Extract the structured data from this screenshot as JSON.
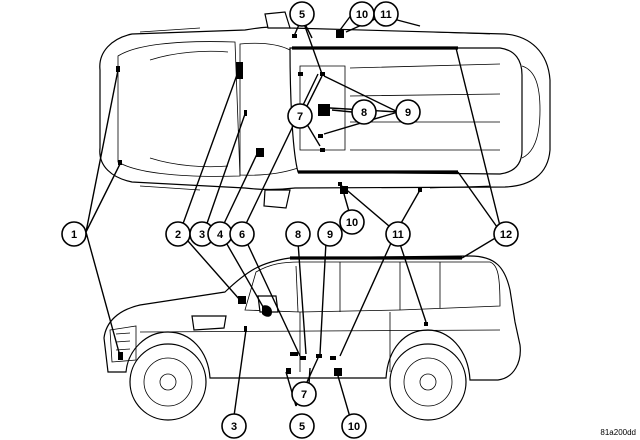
{
  "figure_id": "81a200dd",
  "callout_labels": [
    "1",
    "2",
    "3",
    "4",
    "5",
    "6",
    "7",
    "8",
    "9",
    "10",
    "11",
    "12"
  ],
  "callouts": [
    {
      "key": "c1",
      "label": "1"
    },
    {
      "key": "c2",
      "label": "2"
    },
    {
      "key": "c3t",
      "label": "3"
    },
    {
      "key": "c4",
      "label": "4"
    },
    {
      "key": "c6",
      "label": "6"
    },
    {
      "key": "c8s",
      "label": "8"
    },
    {
      "key": "c9s",
      "label": "9"
    },
    {
      "key": "c11s",
      "label": "11"
    },
    {
      "key": "c12",
      "label": "12"
    },
    {
      "key": "c10s",
      "label": "10"
    },
    {
      "key": "c5t",
      "label": "5"
    },
    {
      "key": "c10t",
      "label": "10"
    },
    {
      "key": "c11t",
      "label": "11"
    },
    {
      "key": "c8t",
      "label": "8"
    },
    {
      "key": "c7t",
      "label": "7"
    },
    {
      "key": "c9t",
      "label": "9"
    },
    {
      "key": "c3b",
      "label": "3"
    },
    {
      "key": "c5b",
      "label": "5"
    },
    {
      "key": "c10b",
      "label": "10"
    },
    {
      "key": "c7b",
      "label": "7"
    }
  ]
}
